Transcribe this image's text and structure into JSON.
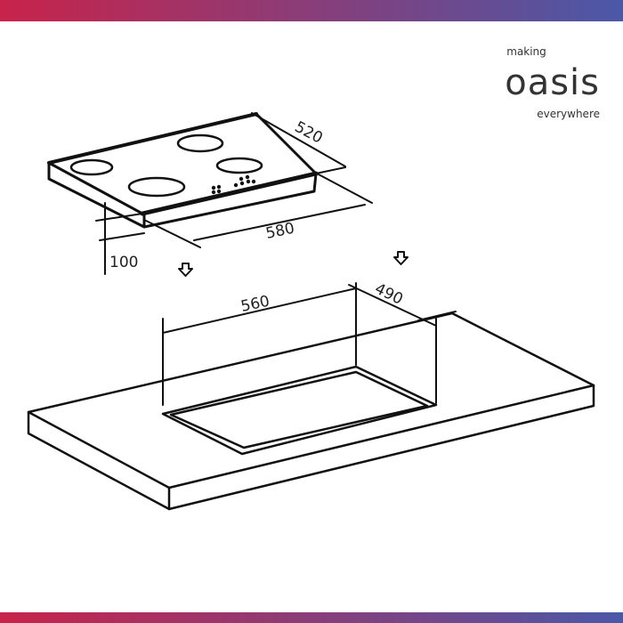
{
  "colors": {
    "gradient_start": "#c8234a",
    "gradient_end": "#4a58a8",
    "line": "#111111"
  },
  "logo": {
    "top": "making",
    "main": "oasis",
    "bottom": "everywhere"
  },
  "dimensions": {
    "hob_depth": "520",
    "hob_width": "580",
    "hob_height": "100",
    "cutout_width": "560",
    "cutout_depth": "490"
  },
  "icons": [
    "arrow-down-icon",
    "arrow-down-icon"
  ]
}
